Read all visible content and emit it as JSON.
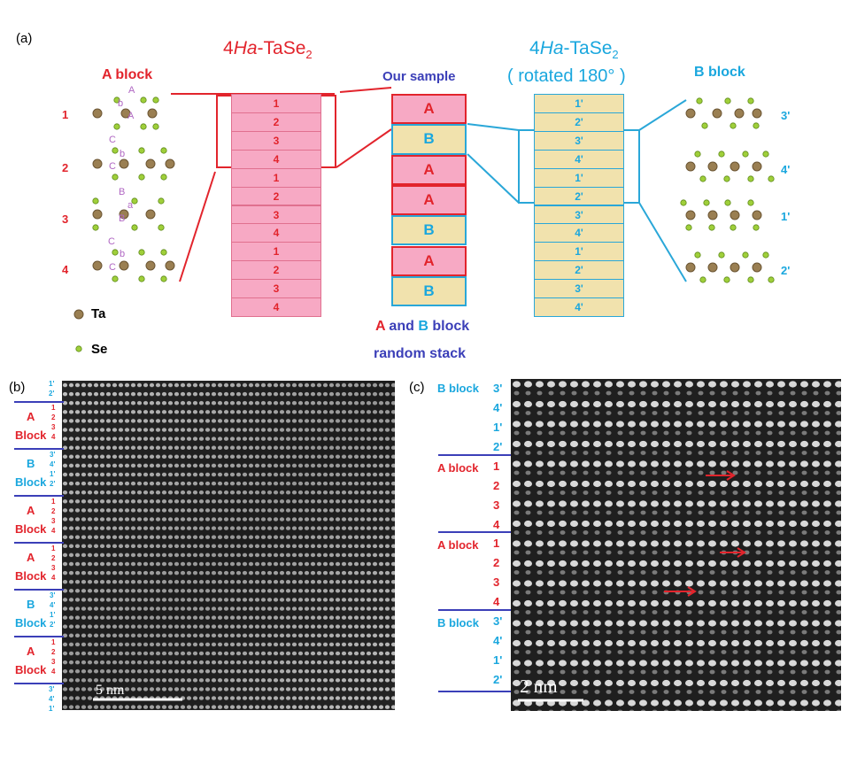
{
  "panels": {
    "a": "(a)",
    "b": "(b)",
    "c": "(c)"
  },
  "panel_a": {
    "left_title_prefix": "4",
    "left_title_italic": "Ha",
    "left_title_suffix": "-TaSe",
    "left_title_sub": "2",
    "right_title_prefix": "4",
    "right_title_italic": "Ha",
    "right_title_suffix": "-TaSe",
    "right_title_sub": "2",
    "right_title_line2": "( rotated 180° )",
    "a_block_title": "A block",
    "b_block_title": "B block",
    "our_sample": "Our sample",
    "caption_a": "A",
    "caption_and": "and",
    "caption_b": "B",
    "caption_block": "block",
    "caption_line2": "random stack",
    "legend_ta": "Ta",
    "legend_se": "Se",
    "a_layer_labels": [
      "1",
      "2",
      "3",
      "4"
    ],
    "b_layer_labels": [
      "3'",
      "4'",
      "1'",
      "2'"
    ],
    "a_site_letters": [
      "A",
      "b",
      "A",
      "C",
      "b",
      "C",
      "B",
      "a",
      "B",
      "C",
      "b",
      "C"
    ],
    "left_stack": [
      "1",
      "2",
      "3",
      "4",
      "1",
      "2",
      "3",
      "4",
      "1",
      "2",
      "3",
      "4"
    ],
    "middle_stack": [
      "A",
      "B",
      "A",
      "A",
      "B",
      "A",
      "B"
    ],
    "right_stack": [
      "1'",
      "2'",
      "3'",
      "4'",
      "1'",
      "2'",
      "3'",
      "4'",
      "1'",
      "2'",
      "3'",
      "4'"
    ]
  },
  "panel_b": {
    "top_labels": [
      "1'",
      "2'"
    ],
    "blocks": [
      {
        "type": "A",
        "name": "A",
        "word": "Block",
        "nums": [
          "1",
          "2",
          "3",
          "4"
        ]
      },
      {
        "type": "B",
        "name": "B",
        "word": "Block",
        "nums": [
          "3'",
          "4'",
          "1'",
          "2'"
        ]
      },
      {
        "type": "A",
        "name": "A",
        "word": "Block",
        "nums": [
          "1",
          "2",
          "3",
          "4"
        ]
      },
      {
        "type": "A",
        "name": "A",
        "word": "Block",
        "nums": [
          "1",
          "2",
          "3",
          "4"
        ]
      },
      {
        "type": "B",
        "name": "B",
        "word": "Block",
        "nums": [
          "3'",
          "4'",
          "1'",
          "2'"
        ]
      },
      {
        "type": "A",
        "name": "A",
        "word": "Block",
        "nums": [
          "1",
          "2",
          "3",
          "4"
        ]
      }
    ],
    "bottom_labels": [
      "3'",
      "4'",
      "1'"
    ],
    "scale_bar": "5 nm"
  },
  "panel_c": {
    "blocks": [
      {
        "type": "B",
        "name": "B block",
        "nums": [
          "3'",
          "4'",
          "1'",
          "2'"
        ]
      },
      {
        "type": "A",
        "name": "A block",
        "nums": [
          "1",
          "2",
          "3",
          "4"
        ]
      },
      {
        "type": "A",
        "name": "A block",
        "nums": [
          "1",
          "2",
          "3",
          "4"
        ]
      },
      {
        "type": "B",
        "name": "B block",
        "nums": [
          "3'",
          "4'",
          "1'",
          "2'"
        ]
      }
    ],
    "scale_bar": "2 nm"
  },
  "colors": {
    "a_red": "#e2242c",
    "b_blue": "#1aa7de",
    "navy": "#3b3fb8",
    "pink": "#f7a9c4",
    "tan": "#f1e2ad",
    "ta_atom": "#9a7f52",
    "se_atom": "#9fcf3a"
  }
}
